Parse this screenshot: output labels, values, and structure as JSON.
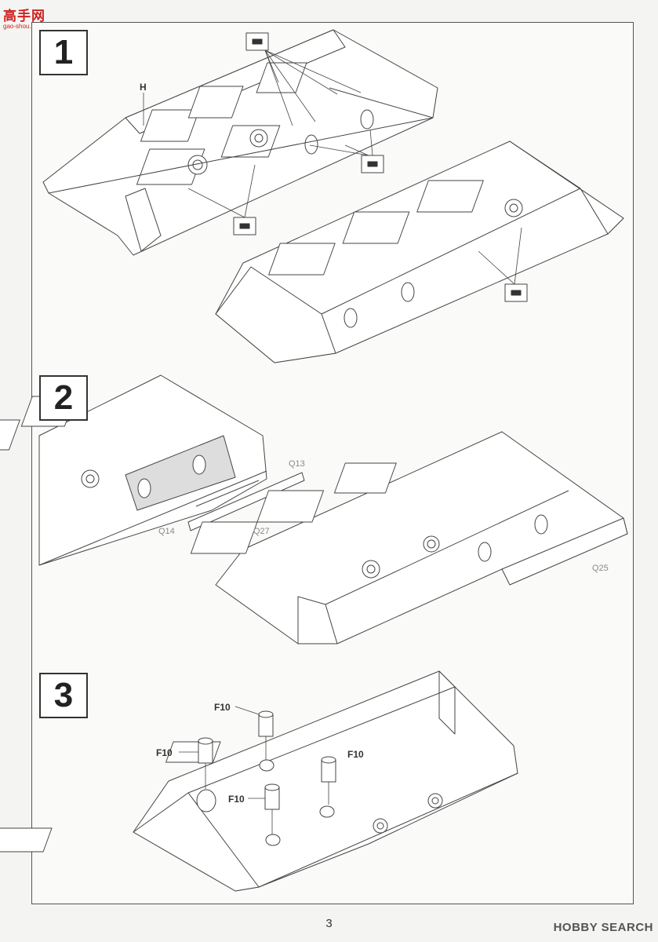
{
  "watermark": {
    "logo": "高手网",
    "url": "gao-shou.com",
    "brand": "HOBBY SEARCH"
  },
  "page": {
    "number": "3"
  },
  "steps": [
    {
      "number": "1",
      "labels": {
        "part_h": "H"
      }
    },
    {
      "number": "2",
      "labels": {
        "q13": "Q13",
        "q14": "Q14",
        "q27": "Q27",
        "q25": "Q25"
      }
    },
    {
      "number": "3",
      "labels": {
        "f10": "F10"
      }
    }
  ]
}
